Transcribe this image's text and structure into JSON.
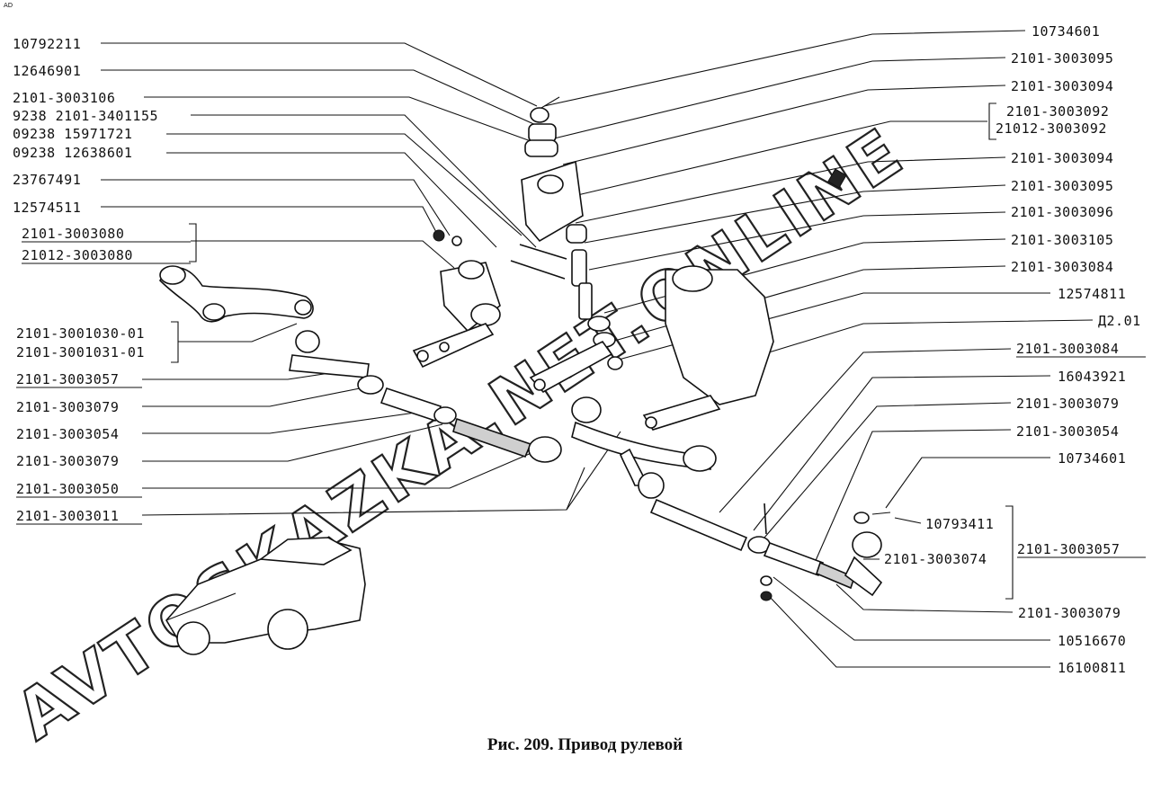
{
  "caption": "Рис. 209. Привод рулевой",
  "corner_mark": "AD",
  "watermark": "AVTOSKAZKA.NET.ONLINE",
  "labels_left": [
    "10792211",
    "12646901",
    "2101-3003106",
    "9238 2101-3401155",
    "09238 15971721",
    "09238 12638601",
    "23767491",
    "12574511",
    "2101-3003080",
    "21012-3003080",
    "2101-3001030-01",
    "2101-3001031-01",
    "2101-3003057",
    "2101-3003079",
    "2101-3003054",
    "2101-3003079",
    "2101-3003050",
    "2101-3003011"
  ],
  "labels_right": [
    "10734601",
    "2101-3003095",
    "2101-3003094",
    "2101-3003092",
    "21012-3003092",
    "2101-3003094",
    "2101-3003095",
    "2101-3003096",
    "2101-3003105",
    "2101-3003084",
    "12574811",
    "Д2.01",
    "2101-3003084",
    "16043921",
    "2101-3003079",
    "2101-3003054",
    "10734601",
    "2101-3003057",
    "2101-3003079",
    "10516670",
    "16100811"
  ],
  "labels_inner": [
    "10793411",
    "2101-3003074"
  ]
}
